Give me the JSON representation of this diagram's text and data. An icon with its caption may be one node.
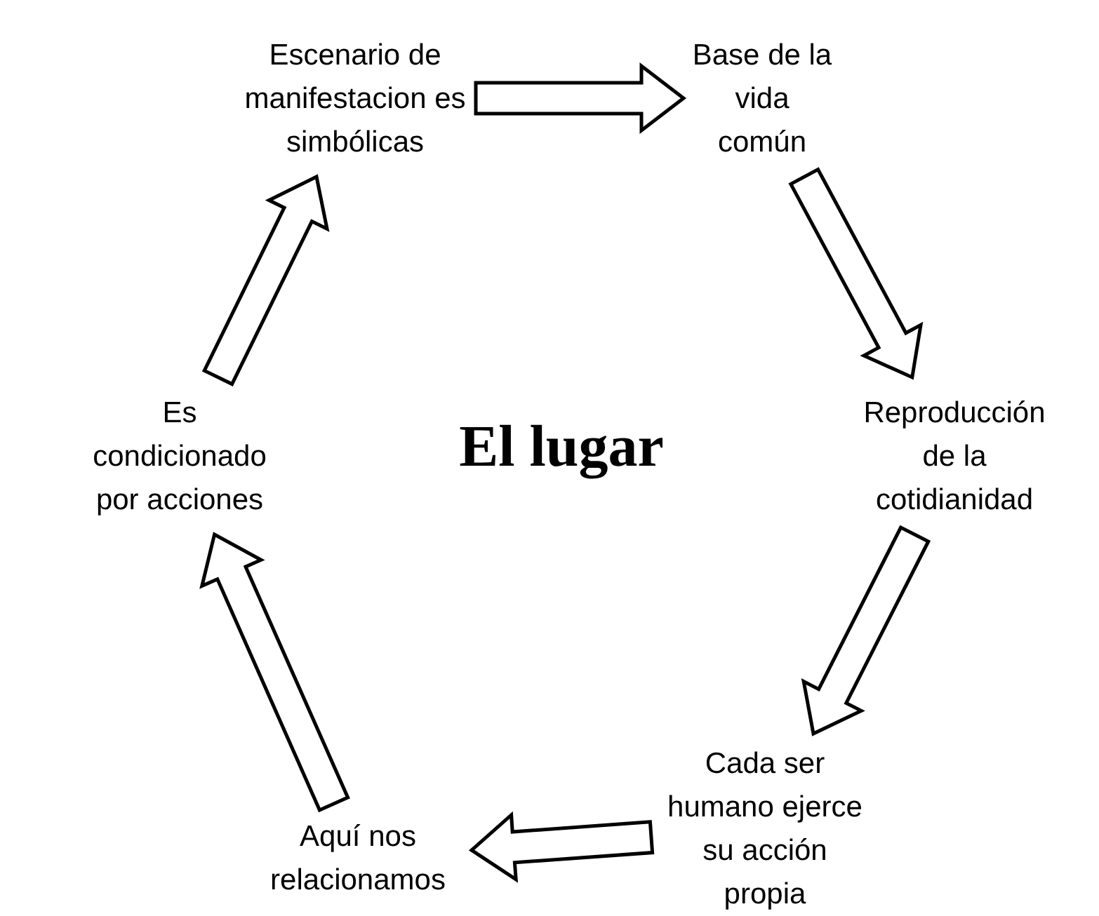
{
  "diagram": {
    "nodes": [
      {
        "text": [
          "Escenario de manifestacion es simbólicas"
        ]
      },
      {
        "text": [
          "Base de la vida común"
        ]
      },
      {
        "text": [
          "Reproducción de la cotidianidad"
        ]
      },
      {
        "text": [
          "Cada ser humano ejerce su acción propia"
        ]
      },
      {
        "text": [
          "Aquí nos relacionamos"
        ]
      },
      {
        "text": [
          "Es condicionado por acciones"
        ]
      }
    ],
    "edges": [
      {
        "from": 0,
        "to": 1,
        "arrow": "to"
      },
      {
        "from": 1,
        "to": 2,
        "arrow": "to"
      },
      {
        "from": 2,
        "to": 3,
        "arrow": "to"
      },
      {
        "from": 3,
        "to": 4,
        "arrow": "to"
      },
      {
        "from": 4,
        "to": 5,
        "arrow": "to"
      },
      {
        "from": 5,
        "to": 0,
        "arrow": "to"
      }
    ],
    "labels": [
      "El lugar"
    ]
  }
}
